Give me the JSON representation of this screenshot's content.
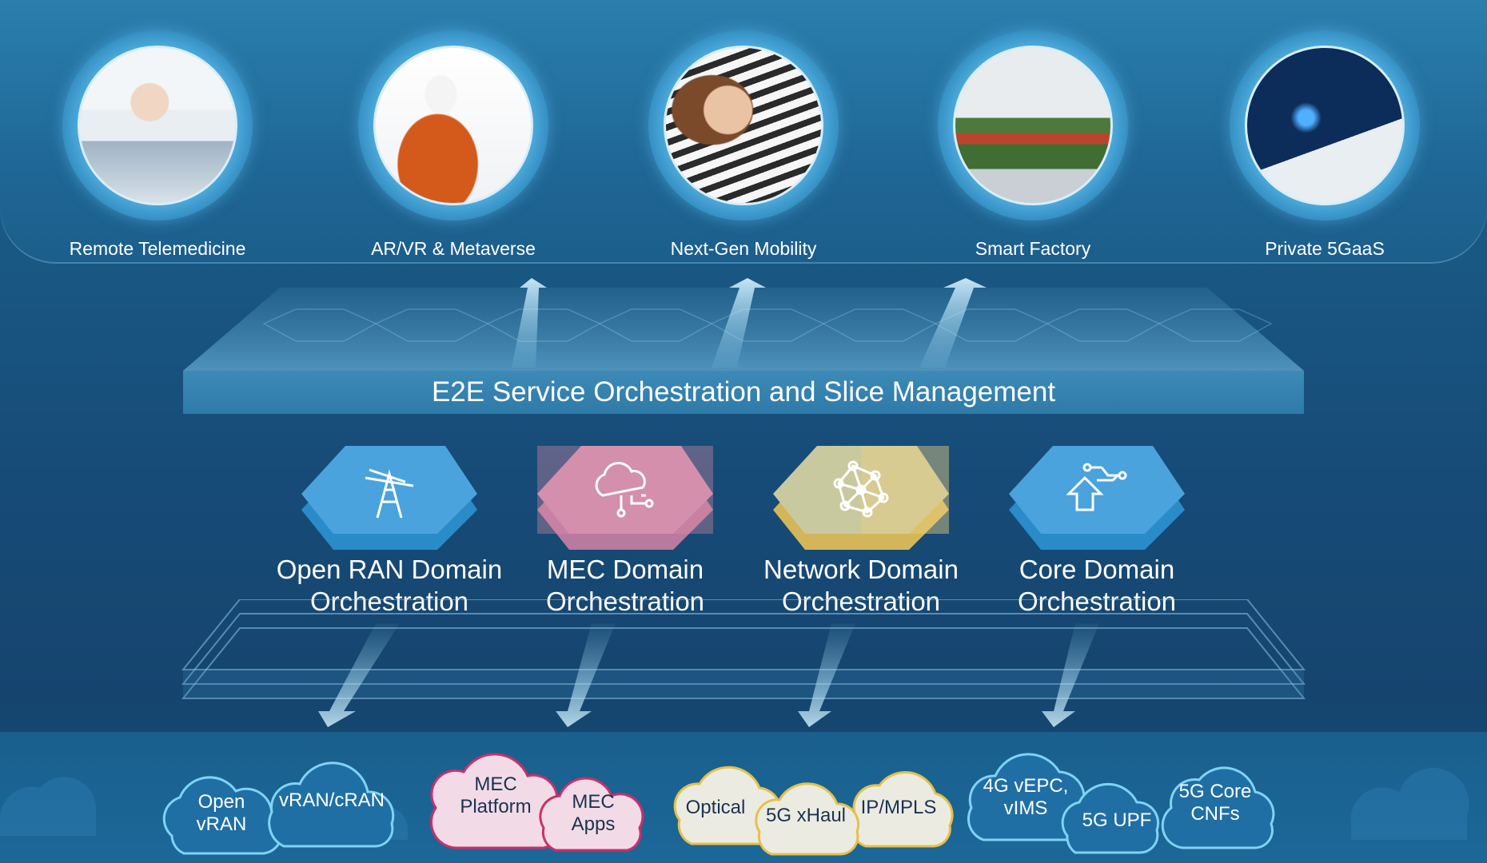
{
  "use_cases": [
    {
      "label": "Remote Telemedicine",
      "photo": "doctor-video-call"
    },
    {
      "label": "AR/VR & Metaverse",
      "photo": "vr-headset-user"
    },
    {
      "label": "Next-Gen Mobility",
      "photo": "woman-driving"
    },
    {
      "label": "Smart Factory",
      "photo": "robot-arms"
    },
    {
      "label": "Private 5GaaS",
      "photo": "laptop-cloud"
    }
  ],
  "orchestration_title": "E2E Service Orchestration and Slice Management",
  "domains": [
    {
      "line1": "Open RAN Domain",
      "line2": "Orchestration",
      "icon": "cell-tower-icon",
      "color": "#4aa3dc"
    },
    {
      "line1": "MEC Domain",
      "line2": "Orchestration",
      "icon": "cloud-circuit-icon",
      "color": "#c98fb0"
    },
    {
      "line1": "Network Domain",
      "line2": "Orchestration",
      "icon": "network-nodes-icon",
      "color": "#c9c9a0"
    },
    {
      "line1": "Core Domain",
      "line2": "Orchestration",
      "icon": "core-arrow-icon",
      "color": "#4aa3dc"
    }
  ],
  "clouds": {
    "open_vran": [
      "Open",
      "vRAN"
    ],
    "vran_cran": "vRAN/cRAN",
    "mec_platform": [
      "MEC",
      "Platform"
    ],
    "mec_apps": [
      "MEC",
      "Apps"
    ],
    "optical": "Optical",
    "xhaul": "5G xHaul",
    "ip_mpls": "IP/MPLS",
    "vepc": [
      "4G vEPC,",
      "vIMS"
    ],
    "upf": "5G UPF",
    "core_cnfs": [
      "5G Core",
      "CNFs"
    ]
  },
  "colors": {
    "blue_cloud_fill": "#1f6fa5",
    "blue_cloud_stroke": "#7fd3f5",
    "pink_cloud_fill": "#f2dbe6",
    "pink_cloud_stroke": "#c9306a",
    "yellow_cloud_fill": "#ecebe2",
    "yellow_cloud_stroke": "#e6c04a"
  }
}
